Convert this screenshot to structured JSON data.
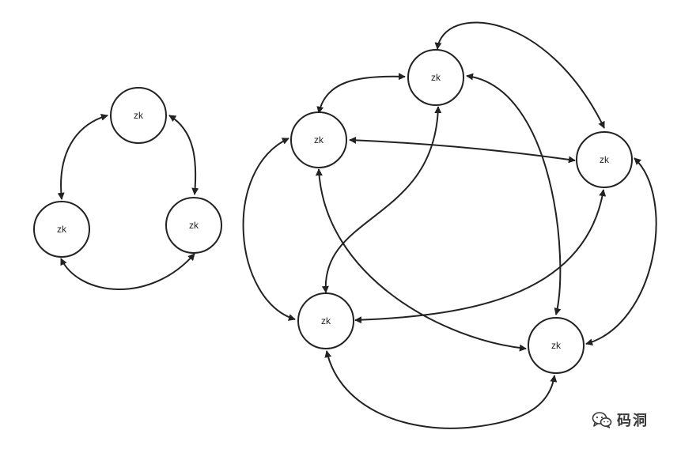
{
  "diagram": {
    "node_label": "zk",
    "line_color": "#222222",
    "node_fill": "#ffffff",
    "left_cluster": {
      "nodes": [
        {
          "id": "L-top",
          "label": "zk"
        },
        {
          "id": "L-left",
          "label": "zk"
        },
        {
          "id": "L-right",
          "label": "zk"
        }
      ],
      "edges": [
        {
          "from": "L-top",
          "to": "L-left",
          "bidirectional": true
        },
        {
          "from": "L-top",
          "to": "L-right",
          "bidirectional": true
        },
        {
          "from": "L-left",
          "to": "L-right",
          "bidirectional": true
        }
      ]
    },
    "right_cluster": {
      "nodes": [
        {
          "id": "R-top",
          "label": "zk"
        },
        {
          "id": "R-upper-left",
          "label": "zk"
        },
        {
          "id": "R-right",
          "label": "zk"
        },
        {
          "id": "R-lower-left",
          "label": "zk"
        },
        {
          "id": "R-lower-right",
          "label": "zk"
        }
      ],
      "edges": [
        {
          "from": "R-top",
          "to": "R-upper-left",
          "bidirectional": true
        },
        {
          "from": "R-top",
          "to": "R-right",
          "bidirectional": true
        },
        {
          "from": "R-top",
          "to": "R-lower-left",
          "bidirectional": true
        },
        {
          "from": "R-top",
          "to": "R-lower-right",
          "bidirectional": true
        },
        {
          "from": "R-upper-left",
          "to": "R-right",
          "bidirectional": true
        },
        {
          "from": "R-upper-left",
          "to": "R-lower-left",
          "bidirectional": true
        },
        {
          "from": "R-upper-left",
          "to": "R-lower-right",
          "bidirectional": true
        },
        {
          "from": "R-right",
          "to": "R-lower-left",
          "bidirectional": true
        },
        {
          "from": "R-right",
          "to": "R-lower-right",
          "bidirectional": true
        },
        {
          "from": "R-lower-left",
          "to": "R-lower-right",
          "bidirectional": true
        }
      ]
    }
  },
  "watermark": {
    "text": "码洞",
    "icon": "wechat-icon"
  }
}
